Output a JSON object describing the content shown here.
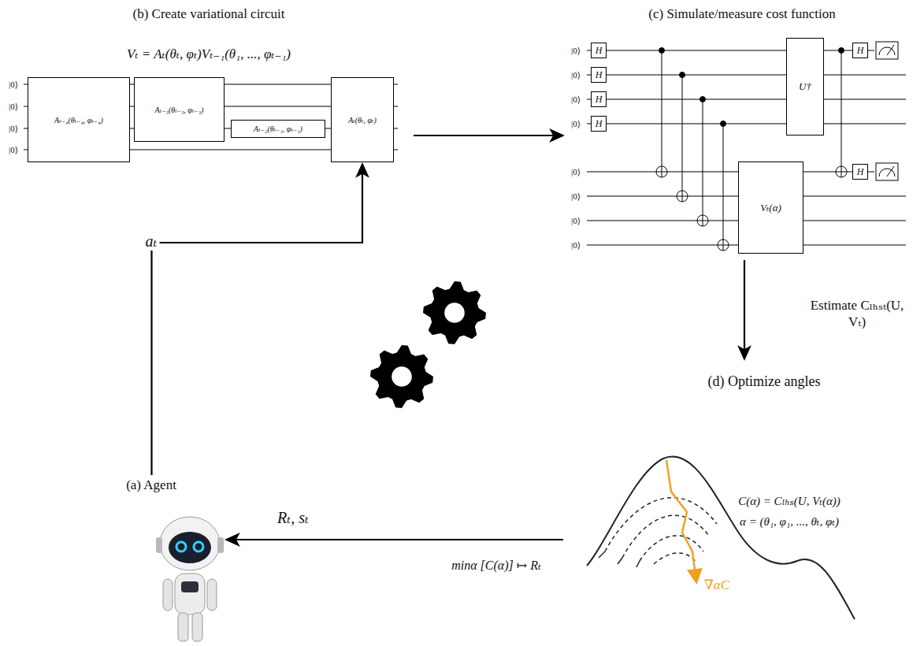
{
  "diagram": {
    "nodes": [
      {
        "text": [
          "(b) Create variational circuit",
          "Vₜ = Aₜ(θₜ, φₜ)Vₜ₋₁(θ₁, ..., φₜ₋₁)"
        ]
      },
      {
        "text": [
          "Aₜ₋₄(θₜ₋₄, φₜ₋₄)"
        ],
        "in": 0
      },
      {
        "text": [
          "Aₜ₋₃(θₜ₋₃, φₜ₋₃)"
        ],
        "in": 0
      },
      {
        "text": [
          "Aₜ₋₂(θₜ₋₁, φₜ₋₁)"
        ],
        "in": 0
      },
      {
        "text": [
          "Aₜ(θₜ, φₜ)"
        ],
        "in": 0
      },
      {
        "text": [
          "(c) Simulate/measure cost function"
        ]
      },
      {
        "text": [
          "H"
        ],
        "in": 5
      },
      {
        "text": [
          "H"
        ],
        "in": 5
      },
      {
        "text": [
          "H"
        ],
        "in": 5
      },
      {
        "text": [
          "H"
        ],
        "in": 5
      },
      {
        "text": [
          "U†"
        ],
        "in": 5
      },
      {
        "text": [
          "Vₜ(α)"
        ],
        "in": 5
      },
      {
        "text": [
          "H"
        ],
        "in": 5
      },
      {
        "text": [
          "H"
        ],
        "in": 5
      },
      {
        "text": [
          "(a) Agent"
        ]
      },
      {
        "text": [
          "(d) Optimize angles",
          "C(α) = Cₗₕₛ(U, Vₜ(α))",
          "α = (θ₁, φ₁, ..., θₜ, φₜ)"
        ]
      }
    ],
    "edges": [
      {
        "from": 14,
        "to": 4,
        "arrow": "to",
        "label": "aₜ"
      },
      {
        "from": 0,
        "to": 5,
        "arrow": "to"
      },
      {
        "from": 5,
        "to": 15,
        "arrow": "to",
        "label": "Estimate Cₗₕₛₜ(U, Vₜ)"
      },
      {
        "from": 15,
        "to": 14,
        "arrow": "to",
        "label": "Rₜ, sₜ"
      }
    ],
    "labels": [
      "|0⟩",
      "|0⟩",
      "|0⟩",
      "|0⟩",
      "|0⟩",
      "|0⟩",
      "|0⟩",
      "|0⟩",
      "|0⟩",
      "|0⟩",
      "|0⟩",
      "|0⟩",
      "∇αC",
      "minα [C(α)] ↦ Rₜ"
    ]
  }
}
